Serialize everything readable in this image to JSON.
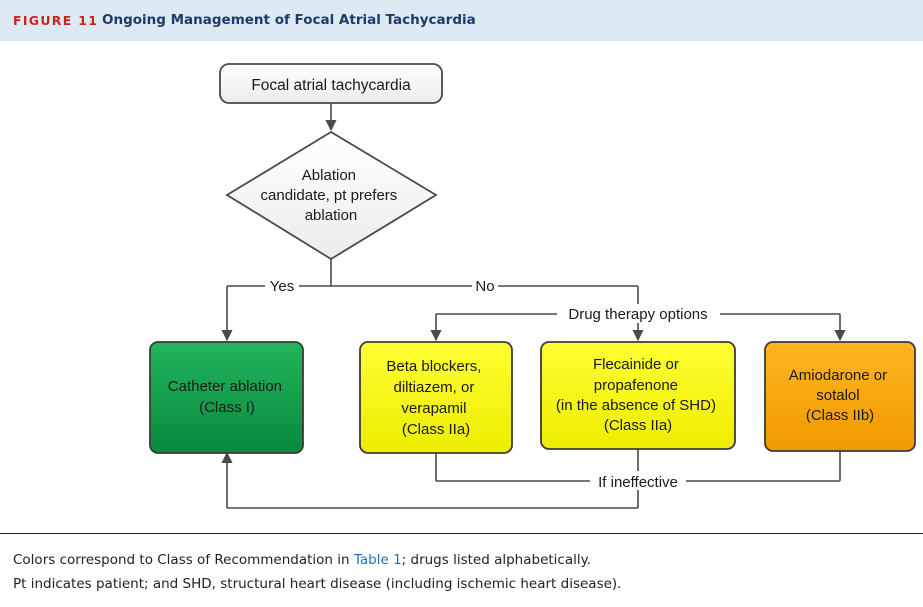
{
  "header": {
    "figure_label": "FIGURE 11",
    "title": "Ongoing Management of Focal Atrial Tachycardia",
    "background_color": "#dde9f3",
    "label_color": "#c8251f",
    "title_color": "#1f3a68"
  },
  "flowchart": {
    "start": {
      "text": "Focal atrial tachycardia"
    },
    "decision": {
      "lines": [
        "Ablation",
        "candidate, pt prefers",
        "ablation"
      ]
    },
    "labels": {
      "yes": "Yes",
      "no": "No",
      "drug_options": "Drug therapy options",
      "if_ineffective": "If ineffective"
    },
    "outcomes": [
      {
        "id": "catheter",
        "lines": [
          "Catheter ablation",
          "(Class I)"
        ],
        "color": "#0aa04a"
      },
      {
        "id": "beta",
        "lines": [
          "Beta blockers,",
          "diltiazem, or",
          "verapamil",
          "(Class IIa)"
        ],
        "color": "#ffff00"
      },
      {
        "id": "flecainide",
        "lines": [
          "Flecainide or",
          "propafenone",
          "(in the absence of SHD)",
          "(Class IIa)"
        ],
        "color": "#ffff00"
      },
      {
        "id": "amiodarone",
        "lines": [
          "Amiodarone or",
          "sotalol",
          "(Class IIb)"
        ],
        "color": "#ffa500"
      }
    ]
  },
  "caption": {
    "line1_before": "Colors correspond to Class of Recommendation in ",
    "line1_link": "Table 1",
    "line1_after": "; drugs listed alphabetically.",
    "line2": "Pt indicates patient; and SHD, structural heart disease (including ischemic heart disease)."
  }
}
